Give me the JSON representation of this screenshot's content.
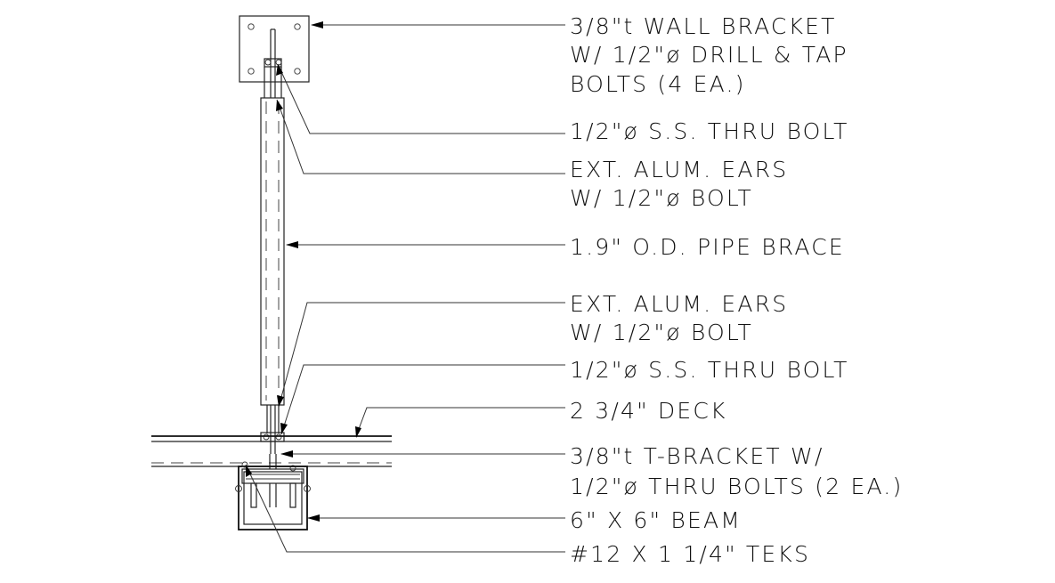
{
  "drawing": {
    "colors": {
      "line": "#222222",
      "text": "#111111",
      "background": "#ffffff"
    },
    "callouts": [
      {
        "id": "wall-bracket",
        "lines": [
          "3/8\"t WALL BRACKET",
          "W/ 1/2\"ø DRILL & TAP",
          "BOLTS (4 EA.)"
        ]
      },
      {
        "id": "thru-bolt-top",
        "lines": [
          "1/2\"ø S.S. THRU BOLT"
        ]
      },
      {
        "id": "ears-top",
        "lines": [
          "EXT. ALUM. EARS",
          "W/ 1/2\"ø BOLT"
        ]
      },
      {
        "id": "pipe-brace",
        "lines": [
          "1.9\" O.D. PIPE BRACE"
        ]
      },
      {
        "id": "ears-bottom",
        "lines": [
          "EXT. ALUM. EARS",
          "W/ 1/2\"ø BOLT"
        ]
      },
      {
        "id": "thru-bolt-bottom",
        "lines": [
          "1/2\"ø S.S. THRU BOLT"
        ]
      },
      {
        "id": "deck",
        "lines": [
          "2 3/4\" DECK"
        ]
      },
      {
        "id": "t-bracket",
        "lines": [
          "3/8\"t T-BRACKET W/",
          "1/2\"ø THRU BOLTS (2 EA.)"
        ]
      },
      {
        "id": "beam",
        "lines": [
          "6\" X 6\" BEAM"
        ]
      },
      {
        "id": "teks",
        "lines": [
          "#12 X 1 1/4\" TEKS"
        ]
      }
    ]
  }
}
